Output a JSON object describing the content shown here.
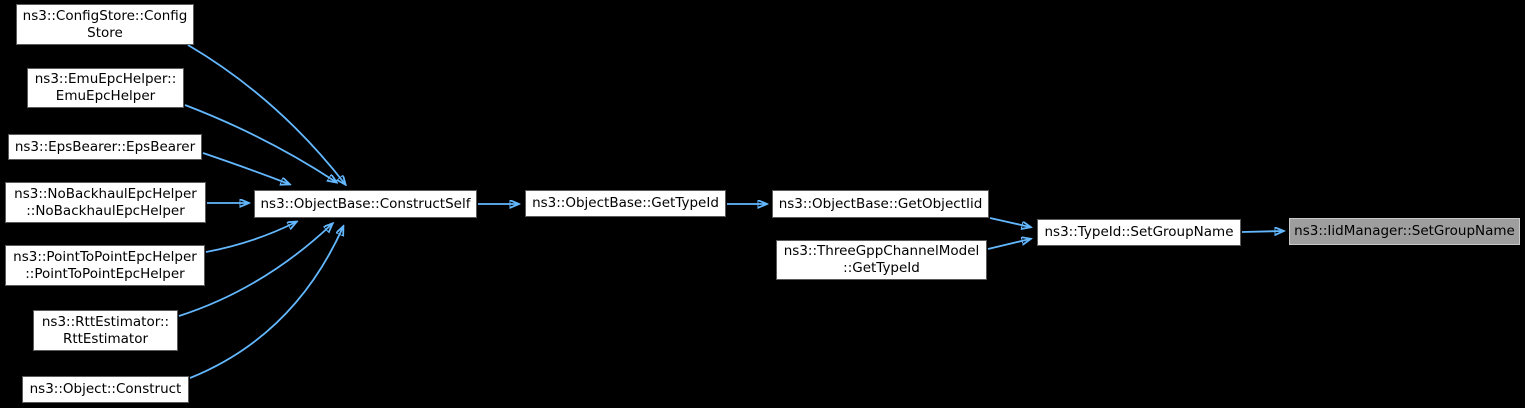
{
  "diagram": {
    "type": "call-graph",
    "description": "Doxygen caller graph for ns3::IidManager::SetGroupName",
    "colors": {
      "background": "#000000",
      "node_fill": "#ffffff",
      "node_border": "#5b5b5b",
      "node_text": "#000000",
      "node_highlight_fill": "#9e9e9e",
      "node_highlight_border": "#c8c8c8",
      "edge": "#63b8ff"
    },
    "nodes": [
      {
        "id": "configstore",
        "label": "ns3::ConfigStore::Config\nStore"
      },
      {
        "id": "emuepchelper",
        "label": "ns3::EmuEpcHelper::\nEmuEpcHelper"
      },
      {
        "id": "epsbearer",
        "label": "ns3::EpsBearer::EpsBearer"
      },
      {
        "id": "nobackhaulepchelper",
        "label": "ns3::NoBackhaulEpcHelper\n::NoBackhaulEpcHelper"
      },
      {
        "id": "constructself",
        "label": "ns3::ObjectBase::ConstructSelf"
      },
      {
        "id": "pointtopointepchelper",
        "label": "ns3::PointToPointEpcHelper\n::PointToPointEpcHelper"
      },
      {
        "id": "rttestimator",
        "label": "ns3::RttEstimator::\nRttEstimator"
      },
      {
        "id": "objectconstruct",
        "label": "ns3::Object::Construct"
      },
      {
        "id": "gettypeid",
        "label": "ns3::ObjectBase::GetTypeId"
      },
      {
        "id": "getobjectiid",
        "label": "ns3::ObjectBase::GetObjectIid"
      },
      {
        "id": "threegppgettypeid",
        "label": "ns3::ThreeGppChannelModel\n::GetTypeId"
      },
      {
        "id": "typeidsetgroupname",
        "label": "ns3::TypeId::SetGroupName"
      },
      {
        "id": "iidmanagersetgroupname",
        "label": "ns3::IidManager::SetGroupName"
      }
    ],
    "edges": [
      {
        "from": "configstore",
        "to": "constructself"
      },
      {
        "from": "emuepchelper",
        "to": "constructself"
      },
      {
        "from": "epsbearer",
        "to": "constructself"
      },
      {
        "from": "nobackhaulepchelper",
        "to": "constructself"
      },
      {
        "from": "pointtopointepchelper",
        "to": "constructself"
      },
      {
        "from": "rttestimator",
        "to": "constructself"
      },
      {
        "from": "objectconstruct",
        "to": "constructself"
      },
      {
        "from": "constructself",
        "to": "gettypeid"
      },
      {
        "from": "gettypeid",
        "to": "getobjectiid"
      },
      {
        "from": "getobjectiid",
        "to": "typeidsetgroupname"
      },
      {
        "from": "threegppgettypeid",
        "to": "typeidsetgroupname"
      },
      {
        "from": "typeidsetgroupname",
        "to": "iidmanagersetgroupname"
      }
    ]
  }
}
